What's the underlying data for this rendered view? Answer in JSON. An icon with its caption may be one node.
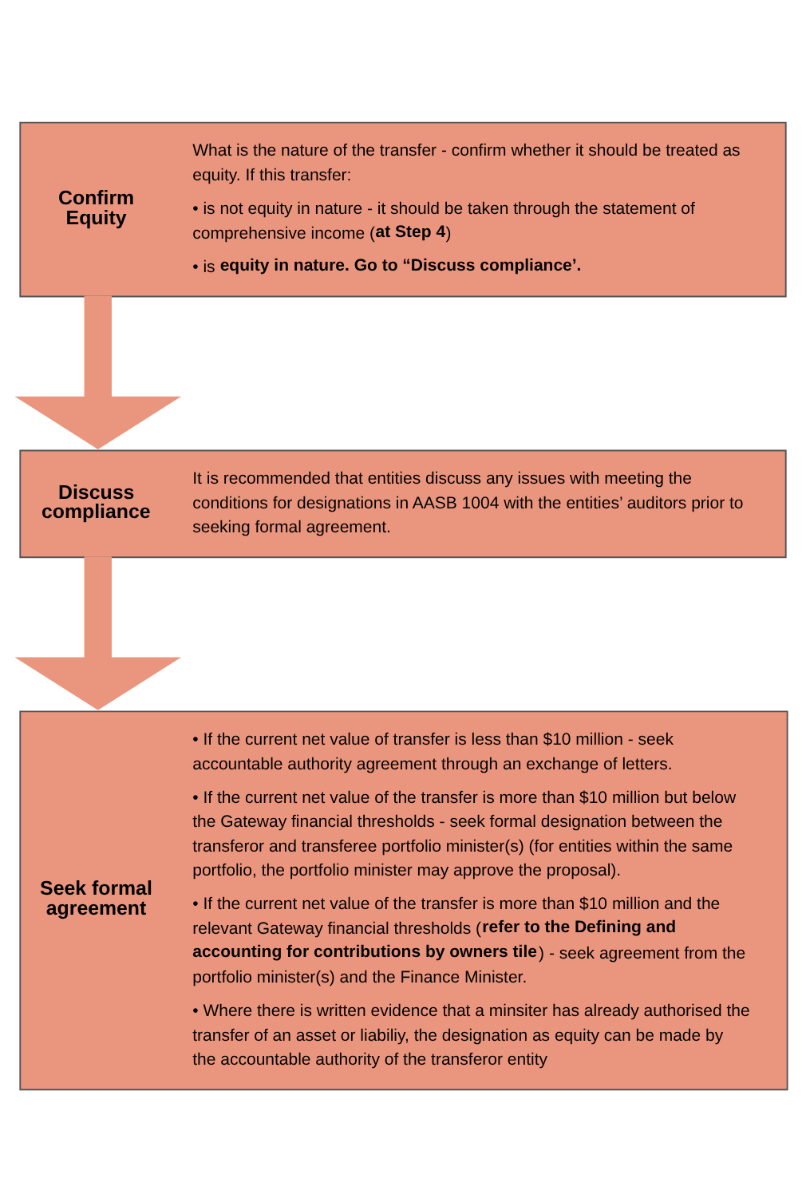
{
  "diagram": {
    "nodes": [
      {
        "text": [
          "Confirm Equity",
          "What is the nature of the transfer - confirm whether it should be treated as equity. If this transfer:",
          "• is not equity in nature - it should be taken through the statement of comprehensive income (**at Step 4**)",
          "• is **equity in nature. Go to “Discuss compliance’.**"
        ]
      },
      {
        "text": [
          "Discuss compliance",
          "It is recommended that entities discuss any issues with meeting the conditions for designations in AASB 1004 with the entities’ auditors prior to seeking formal agreement."
        ]
      },
      {
        "text": [
          "Seek formal agreement",
          "• If the current net value of transfer is less than $10 million - seek accountable authority agreement through an exchange of letters.",
          "• If the current net value of the transfer is more than $10 million but below the Gateway financial thresholds - seek formal designation between the transferor and transferee portfolio minister(s) (for entities within the same portfolio, the portfolio minister may approve the proposal).",
          "• If the current net value of the transfer is more than $10 million and the relevant Gateway financial thresholds (**refer to the Defining and accounting for contributions by owners tile**) - seek agreement from the portfolio minister(s) and the Finance Minister.",
          "• Where there is written evidence that a minsiter has already authorised the transfer of an asset or liabiliy, the designation as equity can be made by the accountable authority of the transferor entity"
        ]
      }
    ],
    "edges": [
      {
        "from": 0,
        "to": 1,
        "arrow": "to"
      },
      {
        "from": 1,
        "to": 2,
        "arrow": "to"
      }
    ]
  }
}
